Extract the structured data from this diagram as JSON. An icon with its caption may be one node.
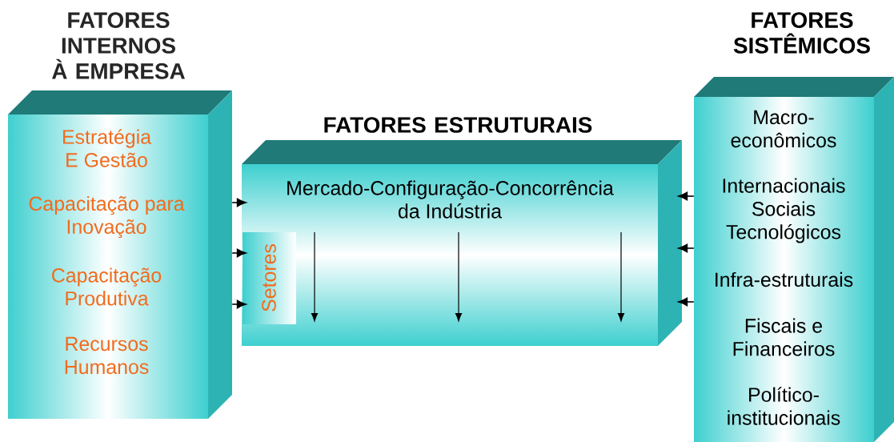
{
  "diagram": {
    "nodes": [
      {
        "text": [
          "FATORES INTERNOS À EMPRESA",
          "Estratégia E Gestão",
          "Capacitação para Inovação",
          "Capacitação Produtiva",
          "Recursos Humanos"
        ]
      },
      {
        "text": [
          "FATORES ESTRUTURAIS",
          "Mercado-Configuração-Concorrência da Indústria"
        ]
      },
      {
        "text": [
          "Setores"
        ],
        "in": 1
      },
      {
        "text": [
          "FATORES SISTÊMICOS",
          "Macro- econômicos",
          "Internacionais Sociais Tecnológicos",
          "Infra-estruturais",
          "Fiscais e Financeiros",
          "Político- institucionais"
        ]
      }
    ],
    "edges": [
      {
        "from": 0,
        "to": 1,
        "arrow": "to"
      },
      {
        "from": 0,
        "to": 1,
        "arrow": "to"
      },
      {
        "from": 0,
        "to": 1,
        "arrow": "to"
      },
      {
        "from": 3,
        "to": 1,
        "arrow": "to"
      },
      {
        "from": 3,
        "to": 1,
        "arrow": "to"
      },
      {
        "from": 3,
        "to": 1,
        "arrow": "to"
      }
    ]
  }
}
